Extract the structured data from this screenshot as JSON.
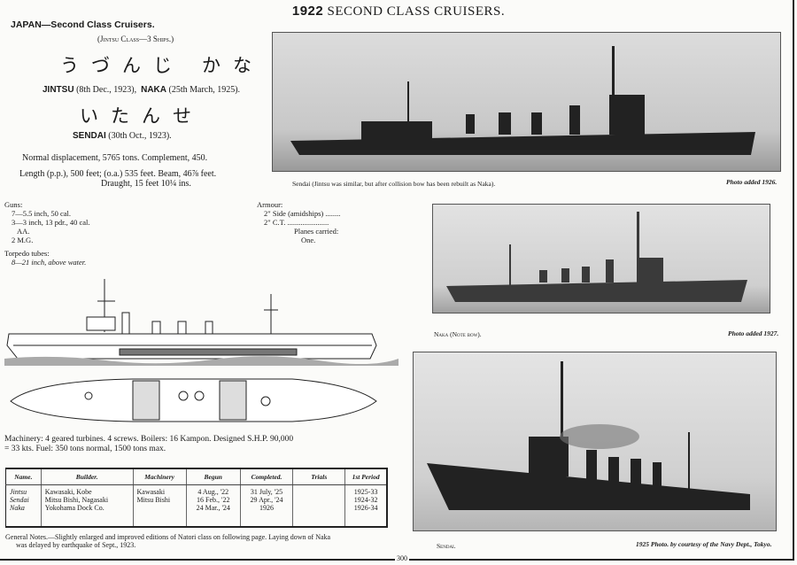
{
  "header": {
    "year": "1922",
    "title": "SECOND CLASS CRUISERS."
  },
  "left": {
    "country": "JAPAN—Second Class Cruisers.",
    "class_line": "(Jintsu Class—3 Ships.)",
    "kana1": "うづんじ",
    "kana2": "かな",
    "ship1_name": "JINTSU",
    "ship1_date": "(8th Dec., 1923),",
    "ship2_name": "NAKA",
    "ship2_date": "(25th March, 1925).",
    "kana3": "いたんせ",
    "ship3_name": "SENDAI",
    "ship3_date": "(30th Oct., 1923).",
    "displacement": "Normal displacement, 5765 tons. Complement, 450.",
    "length": "Length (p.p.), 500 feet; (o.a.) 535 feet. Beam, 46⅞ feet.",
    "draught": "Draught, 15 feet 10¼ ins.",
    "guns_label": "Guns:",
    "guns": [
      "7—5.5 inch, 50 cal.",
      "3—3 inch, 13 pdr., 40 cal.",
      "AA.",
      "2 M.G."
    ],
    "torpedo_label": "Torpedo tubes:",
    "torpedo": "8—21 inch, above water.",
    "armour_label": "Armour:",
    "armour": [
      "2\" Side (amidships) ........",
      "2\" C.T. ......................"
    ],
    "planes_label": "Planes carried:",
    "planes": "One.",
    "machinery1": "Machinery: 4 geared turbines. 4 screws. Boilers: 16 Kampon. Designed S.H.P. 90,000",
    "machinery2": "= 33 kts. Fuel: 350 tons normal, 1500 tons max.",
    "notes1": "General Notes.—Slightly enlarged and improved editions of Natori class on following page. Laying down of Naka",
    "notes2": "was delayed by earthquake of Sept., 1923."
  },
  "table": {
    "headers": [
      "Name.",
      "Builder.",
      "Machinery",
      "Begun",
      "Completed.",
      "Trials",
      "1st Period"
    ],
    "cols": [
      [
        "Jintsu",
        "Sendai",
        "Naka"
      ],
      [
        "Kawasaki, Kobe",
        "Mitsu Bishi, Nagasaki",
        "Yokohama Dock Co."
      ],
      [
        "Kawasaki",
        "Mitsu Bishi",
        ""
      ],
      [
        "4 Aug., '22",
        "16 Feb., '22",
        "24 Mar., '24"
      ],
      [
        "31 July, '25",
        "29 Apr., '24",
        "1926"
      ],
      [
        "",
        "",
        ""
      ],
      [
        "1925-33",
        "1924-32",
        "1926-34"
      ]
    ]
  },
  "photos": [
    {
      "caption": "Sendai (Jintsu was similar, but after collision bow has been rebuilt as Naka).",
      "credit": "Photo added 1926."
    },
    {
      "caption": "Naka (Note bow).",
      "credit": "Photo added 1927."
    },
    {
      "caption": "Sendai.",
      "credit": "1925 Photo. by courtesy of the Navy Dept., Tokyo."
    }
  ],
  "page_number": "300"
}
